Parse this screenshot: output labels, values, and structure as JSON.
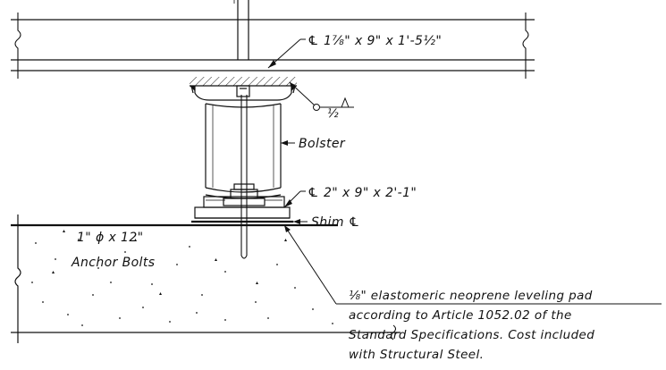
{
  "labels": {
    "top_plate_symbol": "℄",
    "top_plate_text": "1⅞\" x 9\" x 1'-5½\"",
    "weld": "½",
    "bolster": "Bolster",
    "base_plate_symbol": "℄",
    "base_plate_text": "2\" x 9\" x 2'-1\"",
    "shim": "Shim ℄",
    "anchor_line1": "1\" ϕ x 12\"",
    "anchor_line2": "Anchor Bolts",
    "note_line1": "⅛\" elastomeric neoprene leveling pad",
    "note_line2": "according to Article 1052.02 of the",
    "note_line3": "Standard Specifications.  Cost included",
    "note_line4": "with Structural Steel."
  },
  "colors": {
    "line": "#111111",
    "background": "#ffffff"
  }
}
